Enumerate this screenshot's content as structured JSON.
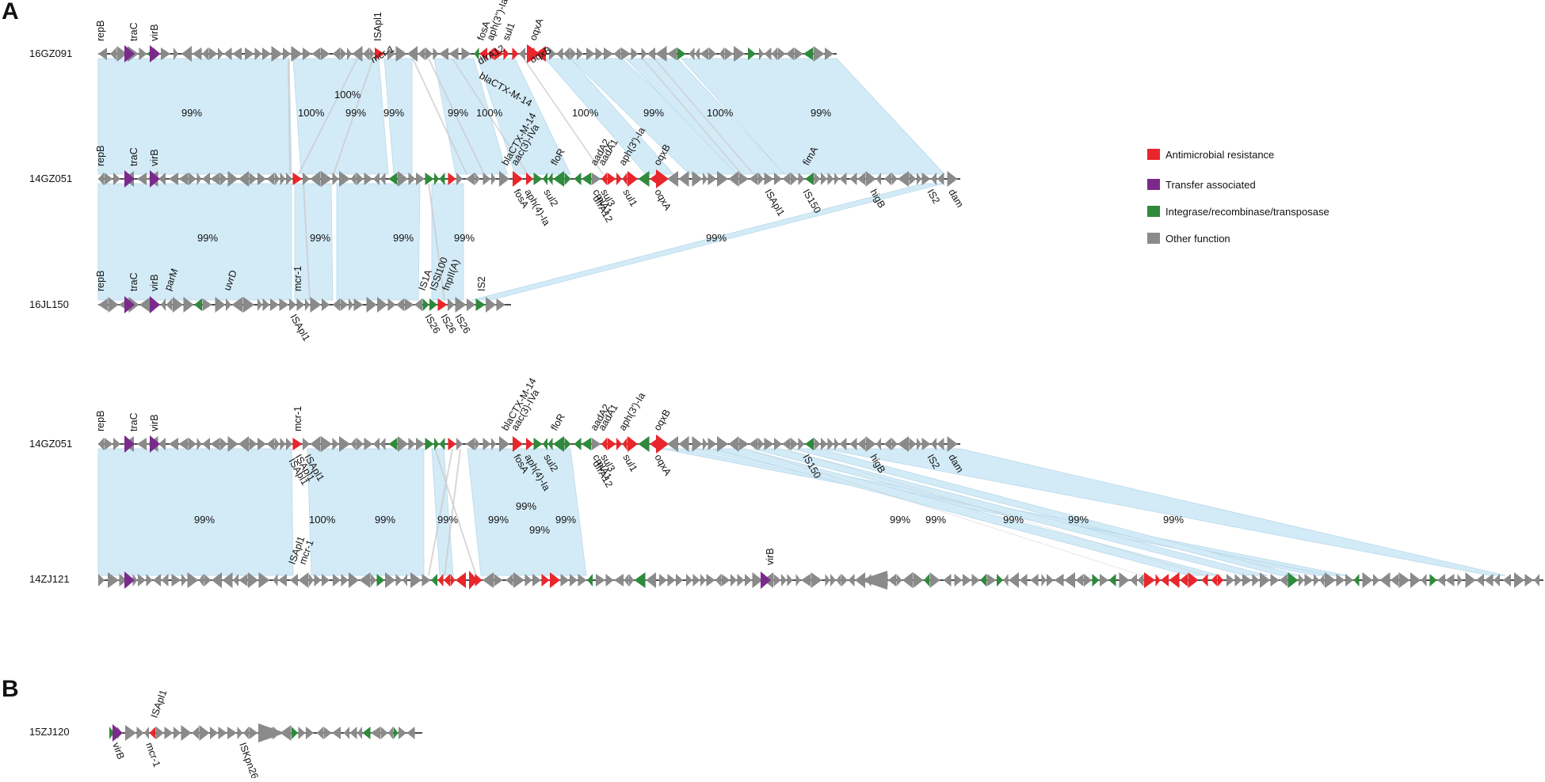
{
  "colors": {
    "resistance": "#e8262b",
    "transfer": "#7b2a8c",
    "integrase": "#2f8a3c",
    "other": "#8a8a8a",
    "backbone": "#111111",
    "similarity": "#d3ebf7",
    "similarity_edge": "#b9d9ea"
  },
  "panels": [
    {
      "id": "A",
      "label": "A"
    },
    {
      "id": "B",
      "label": "B"
    }
  ],
  "legend": [
    {
      "key": "resistance",
      "label": "Antimicrobial resistance"
    },
    {
      "key": "transfer",
      "label": "Transfer associated"
    },
    {
      "key": "integrase",
      "label": "Integrase/recombinase/transposase"
    },
    {
      "key": "other",
      "label": "Other function"
    }
  ],
  "tracks": [
    {
      "name": "16GZ091"
    },
    {
      "name": "14GZ051"
    },
    {
      "name": "16JL150"
    },
    {
      "name": "14GZ051"
    },
    {
      "name": "14ZJ121"
    },
    {
      "name": "15ZJ120"
    }
  ],
  "gene_labels": [
    [
      "repB",
      "traC",
      "virB",
      "ISApl1",
      "fosA",
      "aph(3'')-Ia",
      "sul1",
      "oqxA",
      "mcr-1",
      "dfrA12",
      "blaCTX-M-14",
      "oqxB"
    ],
    [
      "repB",
      "traC",
      "virB",
      "blaCTX-M-14",
      "aac(3)-IVa",
      "floR",
      "aadA2",
      "aadA1",
      "aph(3')-Ia",
      "oqxB",
      "fimA",
      "fosA",
      "aph(4)-Ia",
      "sul2",
      "cmlA1",
      "sul3",
      "dfrA12",
      "sul1",
      "oqxA",
      "ISApl1",
      "IS150",
      "higB",
      "IS2",
      "dam"
    ],
    [
      "repB",
      "traC",
      "virB",
      "parM",
      "uvrD",
      "mcr-1",
      "IS1A",
      "ISSl100",
      "fnpII(A)",
      "IS2",
      "ISApl1",
      "IS26",
      "IS26",
      "IS26"
    ],
    [
      "repB",
      "traC",
      "virB",
      "mcr-1",
      "blaCTX-M-14",
      "aac(3)-IVa",
      "floR",
      "aadA2",
      "aadA1",
      "aph(3')-Ia",
      "oqxB",
      "ISApl1",
      "ISApl1",
      "ISApl1",
      "fosA",
      "aph(4)-Ia",
      "sul2",
      "cmlA1",
      "sul3",
      "dfrA12",
      "sul1",
      "oqxA",
      "IS150",
      "higB",
      "IS2",
      "dam"
    ],
    [
      "ISApl1",
      "mcr-1",
      "virB"
    ],
    [
      "ISApl1",
      "virB",
      "mcr-1",
      "ISKpn26"
    ]
  ],
  "identity_labels": [
    [
      "99%",
      "100%",
      "100%",
      "99%",
      "99%",
      "99%",
      "100%",
      "100%",
      "99%",
      "100%",
      "99%"
    ],
    [
      "99%",
      "99%",
      "99%",
      "99%",
      "99%"
    ],
    [
      "99%",
      "100%",
      "99%",
      "99%",
      "99%",
      "99%",
      "99%",
      "99%",
      "99%",
      "99%",
      "99%",
      "99%",
      "99%"
    ]
  ]
}
